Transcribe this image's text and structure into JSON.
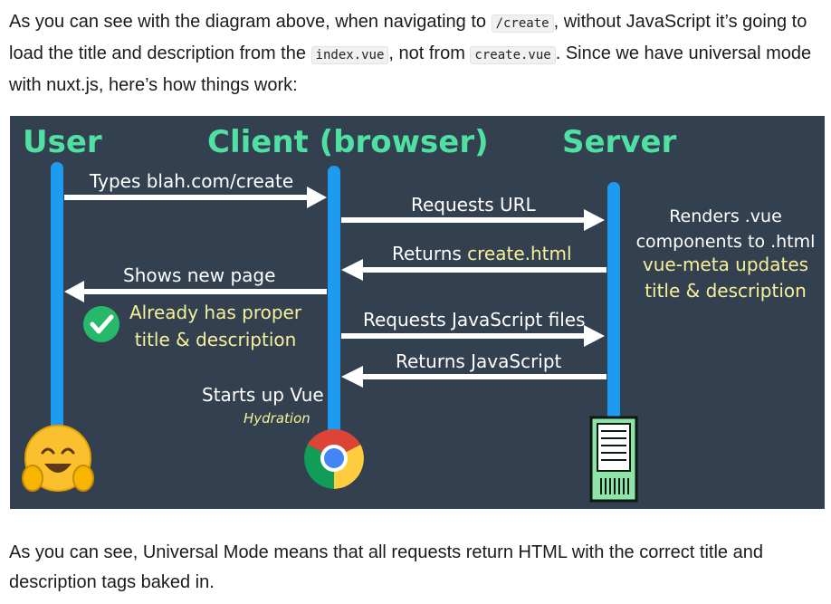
{
  "intro": {
    "t1": "As you can see with the diagram above, when navigating to ",
    "c1": "/create",
    "t2": ", without JavaScript it’s going to load the title and description from the ",
    "c2": "index.vue",
    "t3": ", not from ",
    "c3": "create.vue",
    "t4": ". Since we have universal mode with nuxt.js, here’s how things work:"
  },
  "diagram": {
    "headers": {
      "user": "User",
      "client": "Client (browser)",
      "server": "Server"
    },
    "messages": {
      "types_url": "Types blah.com/create",
      "requests_url": "Requests URL",
      "returns_prefix": "Returns ",
      "returns_file": "create.html",
      "shows_new_page": "Shows new page",
      "requests_js": "Requests JavaScript files",
      "returns_js": "Returns JavaScript"
    },
    "notes": {
      "already_line1": "Already has proper",
      "already_line2": "title & description",
      "renders_line1": "Renders .vue",
      "renders_line2": "components to .html",
      "vuemeta_line1": "vue-meta updates",
      "vuemeta_line2": "title & description",
      "starts_vue": "Starts up Vue",
      "hydration": "Hydration"
    },
    "icons": [
      "hugging-face-emoji-icon",
      "chrome-browser-icon",
      "server-rack-icon",
      "check-mark-icon"
    ],
    "colors": {
      "background": "#334050",
      "headers": "#4fe0a2",
      "lifelines": "#1e9bf0",
      "arrows": "#ffffff",
      "highlight": "#f7f09a",
      "check": "#27b86a"
    }
  },
  "outro": {
    "text": "As you can see, Universal Mode means that all requests return HTML with the correct title and description tags baked in."
  }
}
